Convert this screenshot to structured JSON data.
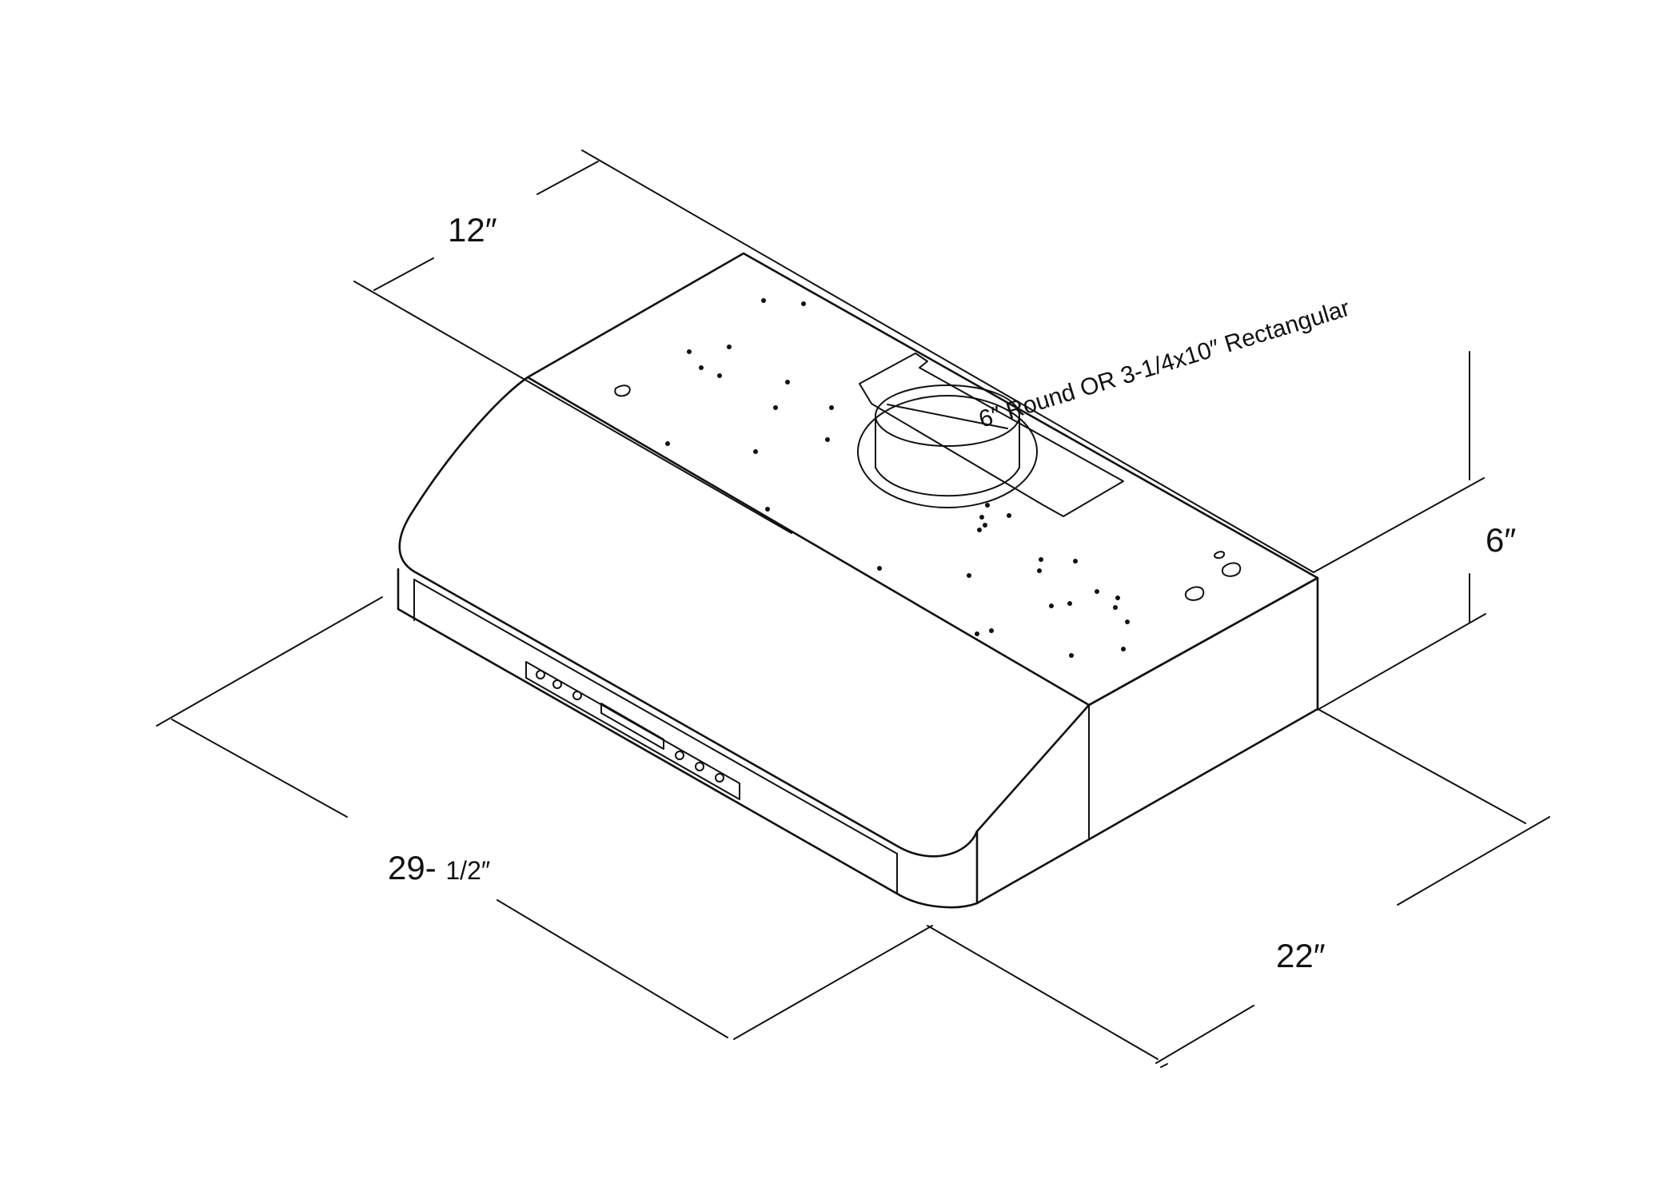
{
  "dimensions": {
    "depth_top": "12″",
    "height": "6″",
    "width_main": "29-",
    "width_fraction": "1/2″",
    "depth_bottom": "22″"
  },
  "duct": {
    "label": "6″ Round OR 3-1/4x10″ Rectangular"
  },
  "colors": {
    "line": "#111111",
    "background": "#ffffff"
  }
}
